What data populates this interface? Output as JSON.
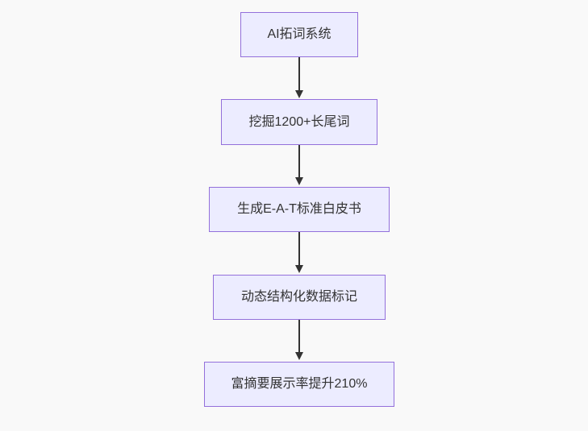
{
  "diagram": {
    "type": "flowchart",
    "direction": "top-down",
    "colors": {
      "background": "#f9f9f9",
      "node_fill": "#ececff",
      "node_border": "#9370db",
      "node_text": "#333333",
      "arrow": "#333333"
    },
    "steps": [
      {
        "id": 1,
        "label": "AI拓词系统"
      },
      {
        "id": 2,
        "label": "挖掘1200+长尾词"
      },
      {
        "id": 3,
        "label": "生成E-A-T标准白皮书"
      },
      {
        "id": 4,
        "label": "动态结构化数据标记"
      },
      {
        "id": 5,
        "label": "富摘要展示率提升210%"
      }
    ],
    "connections": [
      {
        "from": 1,
        "to": 2
      },
      {
        "from": 2,
        "to": 3
      },
      {
        "from": 3,
        "to": 4
      },
      {
        "from": 4,
        "to": 5
      }
    ]
  }
}
